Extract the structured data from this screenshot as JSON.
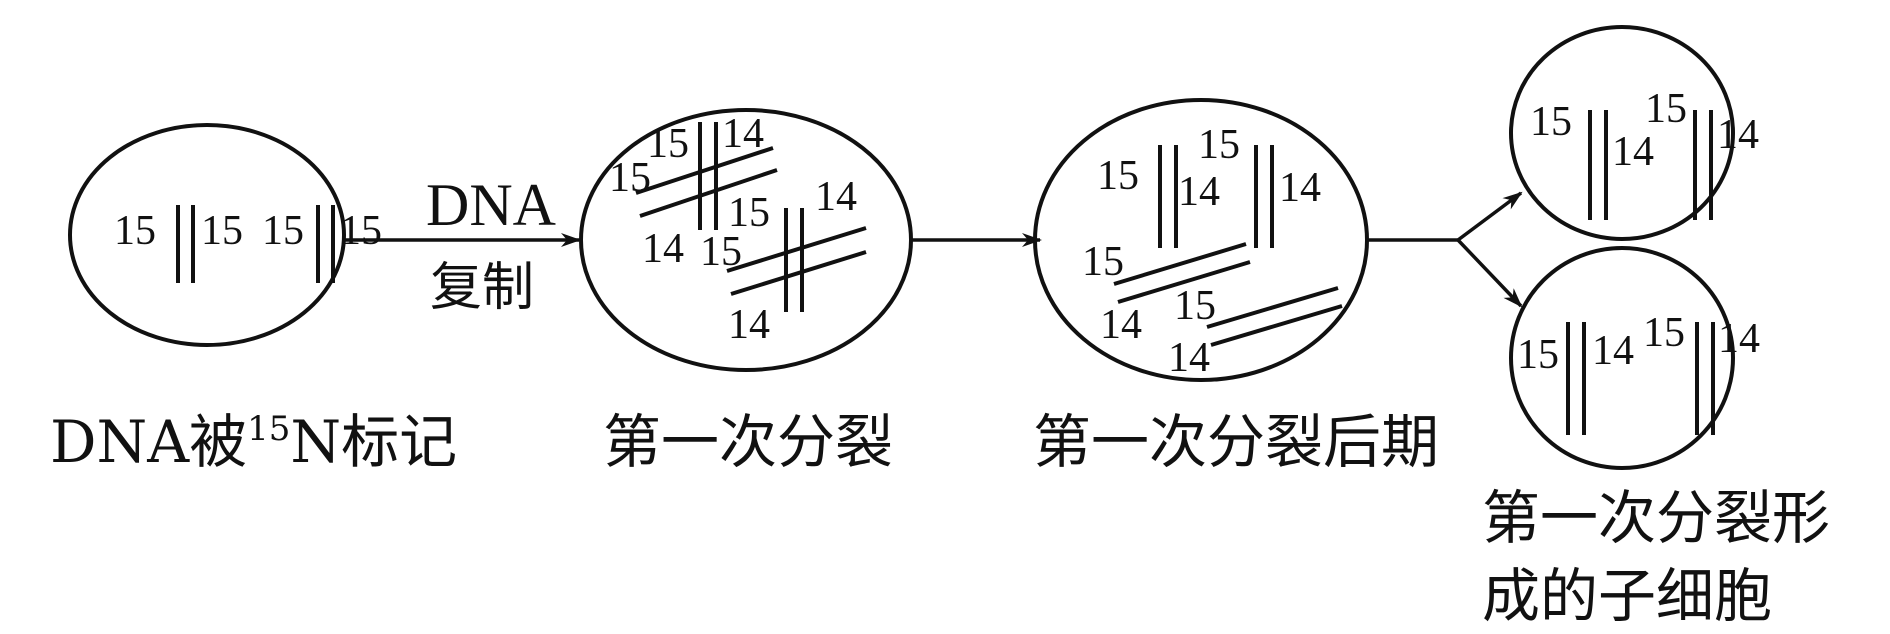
{
  "colors": {
    "ink": "#111111",
    "background": "#ffffff"
  },
  "arrow_label": {
    "line1": "DNA",
    "line2": "复制"
  },
  "stage1": {
    "caption_prefix": "DNA被",
    "caption_sup": "15",
    "caption_suffix": "N标记",
    "labels": [
      "15",
      "15",
      "15",
      "15"
    ]
  },
  "stage2": {
    "caption": "第一次分裂",
    "labels": [
      "15",
      "15",
      "14",
      "14",
      "15",
      "14",
      "15",
      "14"
    ]
  },
  "stage3": {
    "caption": "第一次分裂后期",
    "labels": [
      "15",
      "14",
      "15",
      "14",
      "15",
      "14",
      "15",
      "14"
    ]
  },
  "stage4": {
    "caption_line1": "第一次分裂形",
    "caption_line2": "成的子细胞",
    "top_cell_labels": [
      "15",
      "14",
      "15",
      "14"
    ],
    "bottom_cell_labels": [
      "15",
      "14",
      "15",
      "14"
    ]
  }
}
